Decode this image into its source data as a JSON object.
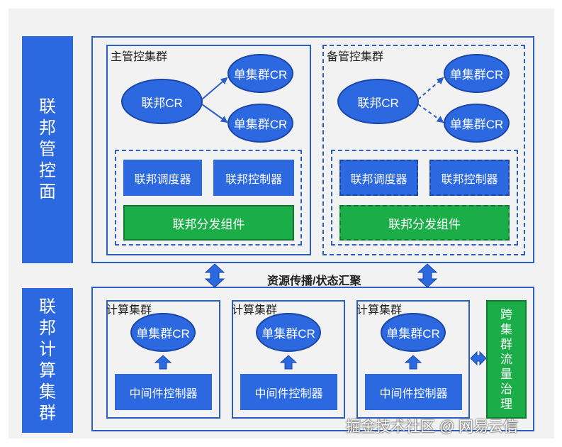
{
  "left_labels": {
    "top": "联邦管控面",
    "bottom": "联邦计算集群"
  },
  "primary": {
    "title": "主管控集群",
    "federation_cr": "联邦CR",
    "member_cr_1": "单集群CR",
    "member_cr_2": "单集群CR",
    "scheduler": "联邦调度器",
    "controller": "联邦控制器",
    "dispatcher": "联邦分发组件"
  },
  "standby": {
    "title": "备管控集群",
    "federation_cr": "联邦CR",
    "member_cr_1": "单集群CR",
    "member_cr_2": "单集群CR",
    "scheduler": "联邦调度器",
    "controller": "联邦控制器",
    "dispatcher": "联邦分发组件"
  },
  "middle_label": "资源传播/状态汇聚",
  "compute_clusters": [
    {
      "title": "计算集群",
      "cr": "单集群CR",
      "middleware": "中间件控制器"
    },
    {
      "title": "计算集群",
      "cr": "单集群CR",
      "middleware": "中间件控制器"
    },
    {
      "title": "计算集群",
      "cr": "单集群CR",
      "middleware": "中间件控制器"
    }
  ],
  "traffic": "跨集群流量治理",
  "watermark": "掘金技术社区 @ 网易云信",
  "colors": {
    "blue": "#2c68e0",
    "green": "#1aad48",
    "border": "#2b5fc8"
  }
}
